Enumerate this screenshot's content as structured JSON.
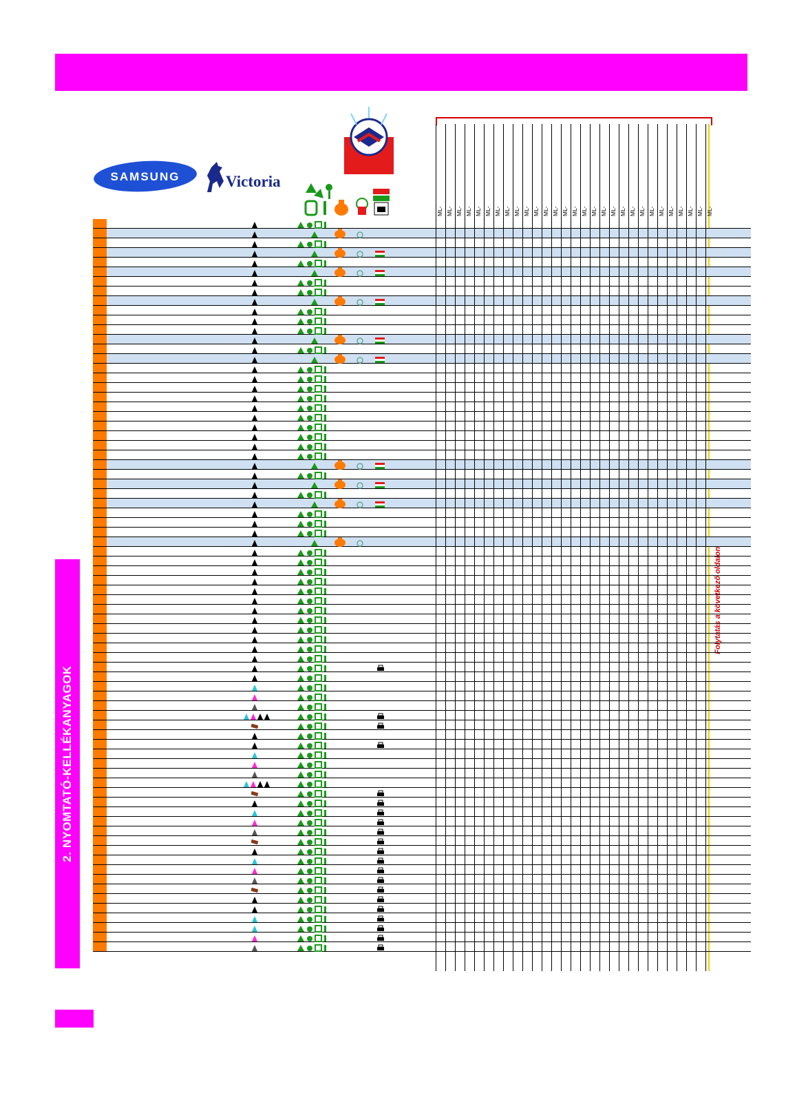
{
  "header": {
    "banner_color": "#ff00ff",
    "accent": "#ff7a00",
    "highlight": "#cfe0f2"
  },
  "logos": {
    "samsung": "SAMSUNG",
    "victoria": "Victoria"
  },
  "side_label": "2. NYOMTATÓ-KELLÉKANYAGOK",
  "continuation_note": "Folytatás a következő oldalon!",
  "column_label_prefix": "ML-",
  "column_count": 29,
  "icons": {
    "samsung_logo": "samsung-logo-icon",
    "victoria_logo": "victoria-horse-icon",
    "emblem": "certification-emblem-icon",
    "recycle": "recycle-icon",
    "bag": "orange-bag-icon",
    "flag": "hungarian-flag-icon",
    "printer": "printer-icon",
    "toner": "toner-cartridge-icon"
  },
  "rows": [
    {
      "hl": false,
      "t": "k",
      "r": 1,
      "b": 0,
      "f": 0,
      "p": 0
    },
    {
      "hl": true,
      "t": "k",
      "r": 2,
      "b": 1,
      "f": 0,
      "p": 0
    },
    {
      "hl": false,
      "t": "k",
      "r": 1,
      "b": 0,
      "f": 0,
      "p": 0
    },
    {
      "hl": true,
      "t": "k",
      "r": 2,
      "b": 1,
      "f": 1,
      "p": 0
    },
    {
      "hl": false,
      "t": "k",
      "r": 1,
      "b": 0,
      "f": 0,
      "p": 0
    },
    {
      "hl": true,
      "t": "k",
      "r": 2,
      "b": 1,
      "f": 1,
      "p": 0
    },
    {
      "hl": false,
      "t": "k",
      "r": 1,
      "b": 0,
      "f": 0,
      "p": 0
    },
    {
      "hl": false,
      "t": "k",
      "r": 1,
      "b": 0,
      "f": 0,
      "p": 0
    },
    {
      "hl": true,
      "t": "k",
      "r": 2,
      "b": 1,
      "f": 1,
      "p": 0
    },
    {
      "hl": false,
      "t": "k",
      "r": 1,
      "b": 0,
      "f": 0,
      "p": 0
    },
    {
      "hl": false,
      "t": "k",
      "r": 1,
      "b": 0,
      "f": 0,
      "p": 0
    },
    {
      "hl": false,
      "t": "k",
      "r": 1,
      "b": 0,
      "f": 0,
      "p": 0
    },
    {
      "hl": true,
      "t": "k",
      "r": 2,
      "b": 1,
      "f": 1,
      "p": 0
    },
    {
      "hl": false,
      "t": "k",
      "r": 1,
      "b": 0,
      "f": 0,
      "p": 0
    },
    {
      "hl": true,
      "t": "k",
      "r": 2,
      "b": 1,
      "f": 1,
      "p": 0
    },
    {
      "hl": false,
      "t": "k",
      "r": 1,
      "b": 0,
      "f": 0,
      "p": 0
    },
    {
      "hl": false,
      "t": "k",
      "r": 1,
      "b": 0,
      "f": 0,
      "p": 0
    },
    {
      "hl": false,
      "t": "k",
      "r": 1,
      "b": 0,
      "f": 0,
      "p": 0
    },
    {
      "hl": false,
      "t": "k",
      "r": 1,
      "b": 0,
      "f": 0,
      "p": 0
    },
    {
      "hl": false,
      "t": "k",
      "r": 1,
      "b": 0,
      "f": 0,
      "p": 0
    },
    {
      "hl": false,
      "t": "k",
      "r": 1,
      "b": 0,
      "f": 0,
      "p": 0
    },
    {
      "hl": false,
      "t": "k",
      "r": 1,
      "b": 0,
      "f": 0,
      "p": 0
    },
    {
      "hl": false,
      "t": "k",
      "r": 1,
      "b": 0,
      "f": 0,
      "p": 0
    },
    {
      "hl": false,
      "t": "k",
      "r": 1,
      "b": 0,
      "f": 0,
      "p": 0
    },
    {
      "hl": false,
      "t": "k",
      "r": 1,
      "b": 0,
      "f": 0,
      "p": 0
    },
    {
      "hl": true,
      "t": "k",
      "r": 2,
      "b": 1,
      "f": 1,
      "p": 0
    },
    {
      "hl": false,
      "t": "k",
      "r": 1,
      "b": 0,
      "f": 0,
      "p": 0
    },
    {
      "hl": true,
      "t": "k",
      "r": 2,
      "b": 1,
      "f": 1,
      "p": 0
    },
    {
      "hl": false,
      "t": "k",
      "r": 1,
      "b": 0,
      "f": 0,
      "p": 0
    },
    {
      "hl": true,
      "t": "k",
      "r": 2,
      "b": 1,
      "f": 1,
      "p": 0
    },
    {
      "hl": false,
      "t": "k",
      "r": 1,
      "b": 0,
      "f": 0,
      "p": 0
    },
    {
      "hl": false,
      "t": "k",
      "r": 1,
      "b": 0,
      "f": 0,
      "p": 0
    },
    {
      "hl": false,
      "t": "k",
      "r": 1,
      "b": 0,
      "f": 0,
      "p": 0
    },
    {
      "hl": true,
      "t": "k",
      "r": 2,
      "b": 1,
      "f": 0,
      "p": 0
    },
    {
      "hl": false,
      "t": "k",
      "r": 1,
      "b": 0,
      "f": 0,
      "p": 0
    },
    {
      "hl": false,
      "t": "k",
      "r": 1,
      "b": 0,
      "f": 0,
      "p": 0
    },
    {
      "hl": false,
      "t": "k",
      "r": 1,
      "b": 0,
      "f": 0,
      "p": 0
    },
    {
      "hl": false,
      "t": "k",
      "r": 1,
      "b": 0,
      "f": 0,
      "p": 0
    },
    {
      "hl": false,
      "t": "k",
      "r": 1,
      "b": 0,
      "f": 0,
      "p": 0
    },
    {
      "hl": false,
      "t": "k",
      "r": 1,
      "b": 0,
      "f": 0,
      "p": 0
    },
    {
      "hl": false,
      "t": "k",
      "r": 1,
      "b": 0,
      "f": 0,
      "p": 0
    },
    {
      "hl": false,
      "t": "k",
      "r": 1,
      "b": 0,
      "f": 0,
      "p": 0
    },
    {
      "hl": false,
      "t": "k",
      "r": 1,
      "b": 0,
      "f": 0,
      "p": 0
    },
    {
      "hl": false,
      "t": "k",
      "r": 1,
      "b": 0,
      "f": 0,
      "p": 0
    },
    {
      "hl": false,
      "t": "k",
      "r": 1,
      "b": 0,
      "f": 0,
      "p": 0
    },
    {
      "hl": false,
      "t": "k",
      "r": 1,
      "b": 0,
      "f": 0,
      "p": 0
    },
    {
      "hl": false,
      "t": "k",
      "r": 1,
      "b": 0,
      "f": 0,
      "p": 1
    },
    {
      "hl": false,
      "t": "k",
      "r": 1,
      "b": 0,
      "f": 0,
      "p": 0
    },
    {
      "hl": false,
      "t": "c",
      "r": 1,
      "b": 0,
      "f": 0,
      "p": 0
    },
    {
      "hl": false,
      "t": "m",
      "r": 1,
      "b": 0,
      "f": 0,
      "p": 0
    },
    {
      "hl": false,
      "t": "y",
      "r": 1,
      "b": 0,
      "f": 0,
      "p": 0
    },
    {
      "hl": false,
      "t": "cmyk",
      "r": 1,
      "b": 0,
      "f": 0,
      "p": 1
    },
    {
      "hl": false,
      "t": "d",
      "r": 1,
      "b": 0,
      "f": 0,
      "p": 1
    },
    {
      "hl": false,
      "t": "k",
      "r": 1,
      "b": 0,
      "f": 0,
      "p": 0
    },
    {
      "hl": false,
      "t": "k",
      "r": 1,
      "b": 0,
      "f": 0,
      "p": 1
    },
    {
      "hl": false,
      "t": "c",
      "r": 1,
      "b": 0,
      "f": 0,
      "p": 0
    },
    {
      "hl": false,
      "t": "m",
      "r": 1,
      "b": 0,
      "f": 0,
      "p": 0
    },
    {
      "hl": false,
      "t": "y",
      "r": 1,
      "b": 0,
      "f": 0,
      "p": 0
    },
    {
      "hl": false,
      "t": "cmyk",
      "r": 1,
      "b": 0,
      "f": 0,
      "p": 0
    },
    {
      "hl": false,
      "t": "d",
      "r": 1,
      "b": 0,
      "f": 0,
      "p": 1
    },
    {
      "hl": false,
      "t": "k",
      "r": 1,
      "b": 0,
      "f": 0,
      "p": 1
    },
    {
      "hl": false,
      "t": "c",
      "r": 1,
      "b": 0,
      "f": 0,
      "p": 1
    },
    {
      "hl": false,
      "t": "m",
      "r": 1,
      "b": 0,
      "f": 0,
      "p": 1
    },
    {
      "hl": false,
      "t": "y",
      "r": 1,
      "b": 0,
      "f": 0,
      "p": 1
    },
    {
      "hl": false,
      "t": "d",
      "r": 1,
      "b": 0,
      "f": 0,
      "p": 1
    },
    {
      "hl": false,
      "t": "k",
      "r": 1,
      "b": 0,
      "f": 0,
      "p": 1
    },
    {
      "hl": false,
      "t": "c",
      "r": 1,
      "b": 0,
      "f": 0,
      "p": 1
    },
    {
      "hl": false,
      "t": "m",
      "r": 1,
      "b": 0,
      "f": 0,
      "p": 1
    },
    {
      "hl": false,
      "t": "y",
      "r": 1,
      "b": 0,
      "f": 0,
      "p": 1
    },
    {
      "hl": false,
      "t": "d",
      "r": 1,
      "b": 0,
      "f": 0,
      "p": 1
    },
    {
      "hl": false,
      "t": "k",
      "r": 1,
      "b": 0,
      "f": 0,
      "p": 1
    },
    {
      "hl": false,
      "t": "k",
      "r": 1,
      "b": 0,
      "f": 0,
      "p": 1
    },
    {
      "hl": false,
      "t": "c",
      "r": 1,
      "b": 0,
      "f": 0,
      "p": 1
    },
    {
      "hl": false,
      "t": "c",
      "r": 1,
      "b": 0,
      "f": 0,
      "p": 1
    },
    {
      "hl": false,
      "t": "m",
      "r": 1,
      "b": 0,
      "f": 0,
      "p": 1
    },
    {
      "hl": false,
      "t": "y",
      "r": 1,
      "b": 0,
      "f": 0,
      "p": 1
    }
  ]
}
